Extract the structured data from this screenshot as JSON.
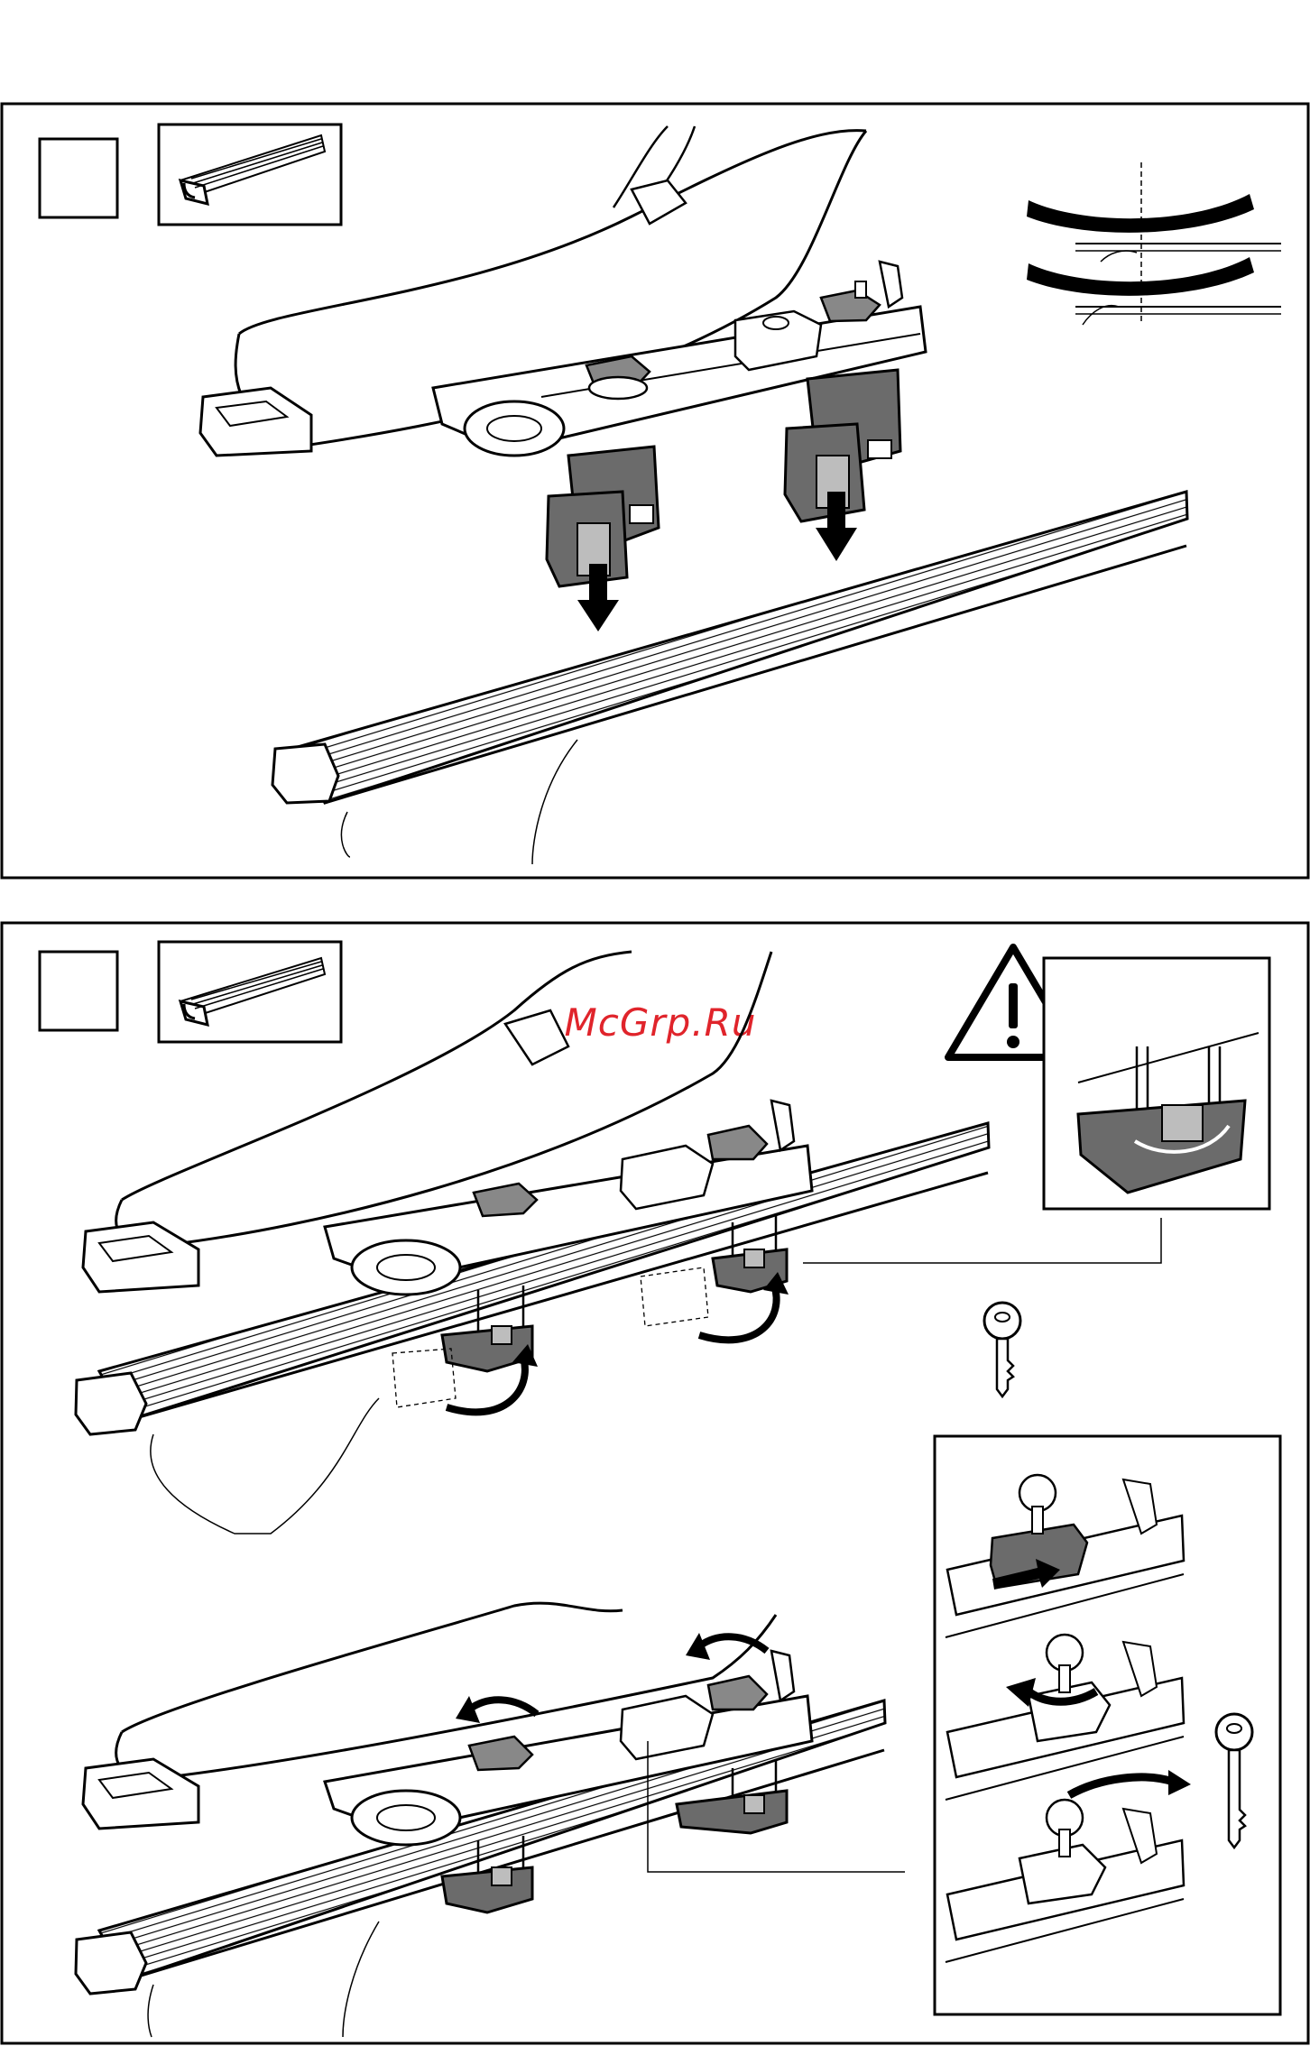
{
  "page": {
    "watermark": "McGrp.Ru",
    "colors": {
      "ink": "#111111",
      "frame": "#000000",
      "clamp_fill": "#6b6b6b",
      "clamp_light": "#bdbdbd",
      "part_fill": "#ffffff",
      "watermark": "#e0242b"
    }
  },
  "panels": [
    {
      "id": "step-1",
      "step_number": "",
      "insets": [
        "bar-profile-icon",
        "hook-alignment-detail"
      ],
      "arrows": [
        "down-arrow",
        "down-arrow"
      ]
    },
    {
      "id": "step-2",
      "step_number": "",
      "insets": [
        "bar-profile-icon",
        "warning-triangle-icon",
        "clamp-detail",
        "key-icon",
        "lock-sequence"
      ],
      "arrows": [
        "curved-arrow",
        "curved-arrow",
        "rotate-arrow",
        "rotate-arrow",
        "push-arrow",
        "pull-arrow",
        "turn-arrow"
      ]
    }
  ]
}
